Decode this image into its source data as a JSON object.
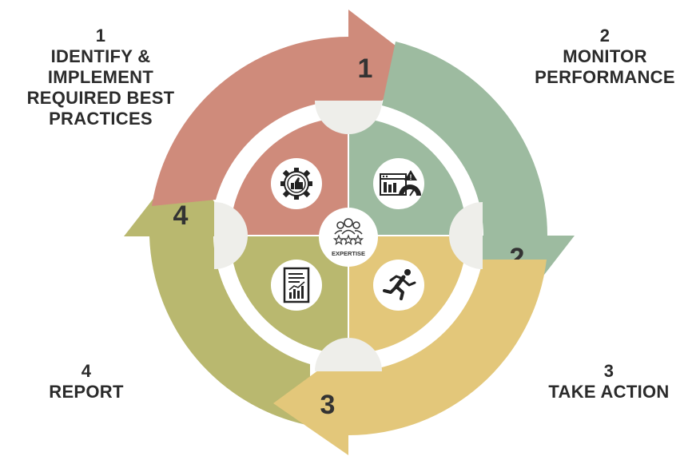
{
  "steps": [
    {
      "number": "1",
      "title_lines": [
        "IDENTIFY &",
        "IMPLEMENT",
        "REQUIRED BEST",
        "PRACTICES"
      ],
      "arrow_number": "1",
      "icon": "gear-thumbs-up-icon",
      "color": "#cf8b7b"
    },
    {
      "number": "2",
      "title_lines": [
        "MONITOR",
        "PERFORMANCE"
      ],
      "arrow_number": "2",
      "icon": "performance-dashboard-icon",
      "color": "#9dbba0"
    },
    {
      "number": "3",
      "title_lines": [
        "TAKE ACTION"
      ],
      "arrow_number": "3",
      "icon": "running-person-icon",
      "color": "#e3c77a"
    },
    {
      "number": "4",
      "title_lines": [
        "REPORT"
      ],
      "arrow_number": "4",
      "icon": "report-chart-icon",
      "color": "#b9b86f"
    }
  ],
  "center": {
    "label": "EXPERTISE",
    "icon": "expertise-team-stars-icon"
  },
  "colors": {
    "connector": "#eeeeea",
    "text": "#2b2b2b"
  }
}
